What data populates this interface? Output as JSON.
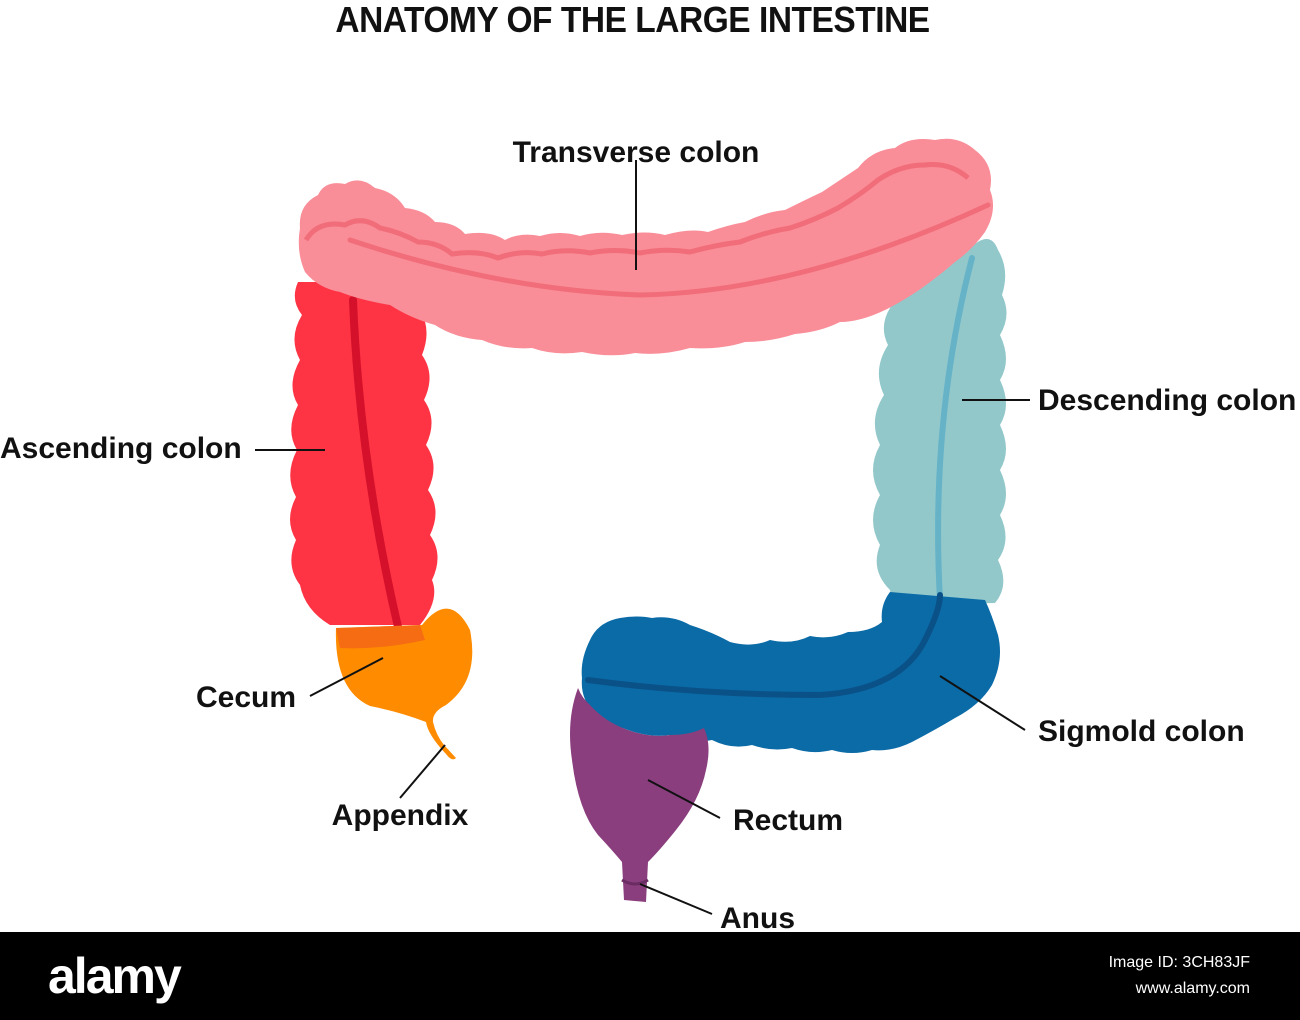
{
  "title": "ANATOMY OF THE LARGE INTESTINE",
  "labels": {
    "transverse": "Transverse colon",
    "ascending": "Ascending colon",
    "descending": "Descending colon",
    "cecum": "Cecum",
    "sigmoid": "Sigmold colon",
    "appendix": "Appendix",
    "rectum": "Rectum",
    "anus": "Anus"
  },
  "colors": {
    "transverse": "#f98d98",
    "ascending": "#fe3344",
    "descending": "#93c8cb",
    "sigmoid": "#0b6ba7",
    "cecum": "#ff8c00",
    "rectum": "#8a3e7e"
  },
  "footer": {
    "logo": "alamy",
    "image_id": "Image ID: 3CH83JF",
    "url": "www.alamy.com"
  }
}
